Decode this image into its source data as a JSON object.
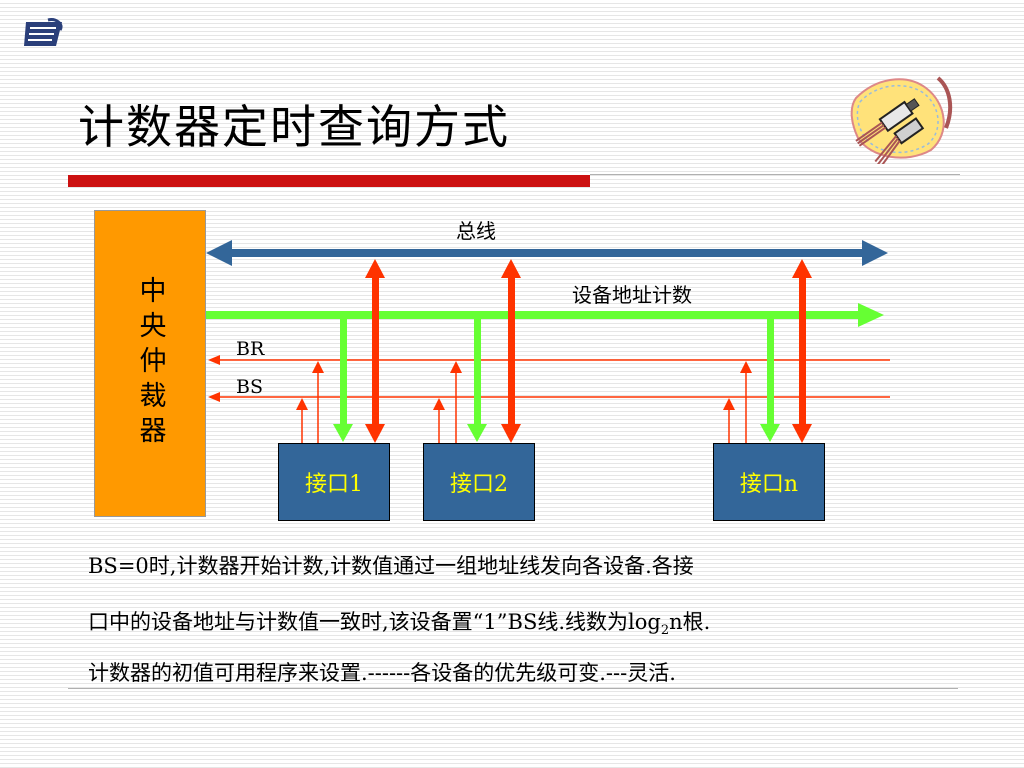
{
  "slide": {
    "title": "计数器定时查询方式"
  },
  "diagram": {
    "arbiter_label": "中央仲裁器",
    "bus_label": "总线",
    "address_count_label": "设备地址计数",
    "br_label": "BR",
    "bs_label": "BS",
    "interfaces": [
      "接口1",
      "接口2",
      "接口n"
    ],
    "colors": {
      "arbiter": "#ff9900",
      "interface": "#336699",
      "interface_text": "#ffff00",
      "bus": "#336699",
      "address_line": "#66ff33",
      "request_lines": "#ff3300",
      "title_bar": "#cc1111"
    }
  },
  "text": {
    "line1": "BS=0时,计数器开始计数,计数值通过一组地址线发向各设备.各接",
    "line2_a": "口中的设备地址与计数值一致时,该设备置“1”BS线.线数为log",
    "line2_sub": "2",
    "line2_b": "n根.",
    "line3": "计数器的初值可用程序来设置.------各设备的优先级可变.---灵活."
  }
}
